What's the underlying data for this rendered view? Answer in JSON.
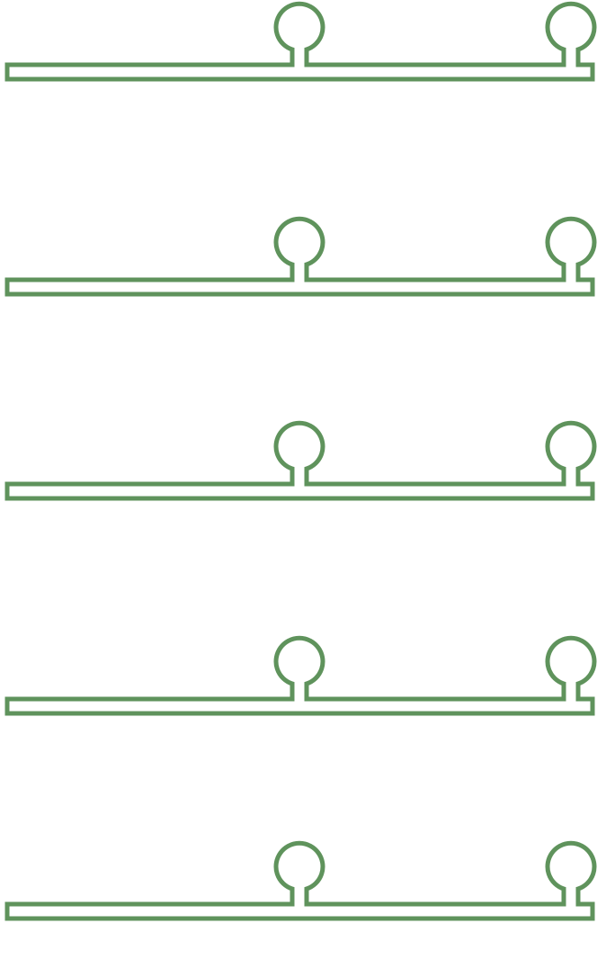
{
  "colors": {
    "stroke": "#5f935c",
    "background": "#ffffff"
  },
  "shapes": [
    {
      "kind": "bar-with-two-loops"
    },
    {
      "kind": "bar-with-two-loops"
    },
    {
      "kind": "bar-with-two-loops"
    },
    {
      "kind": "bar-with-two-loops"
    },
    {
      "kind": "bar-with-two-loops"
    }
  ]
}
